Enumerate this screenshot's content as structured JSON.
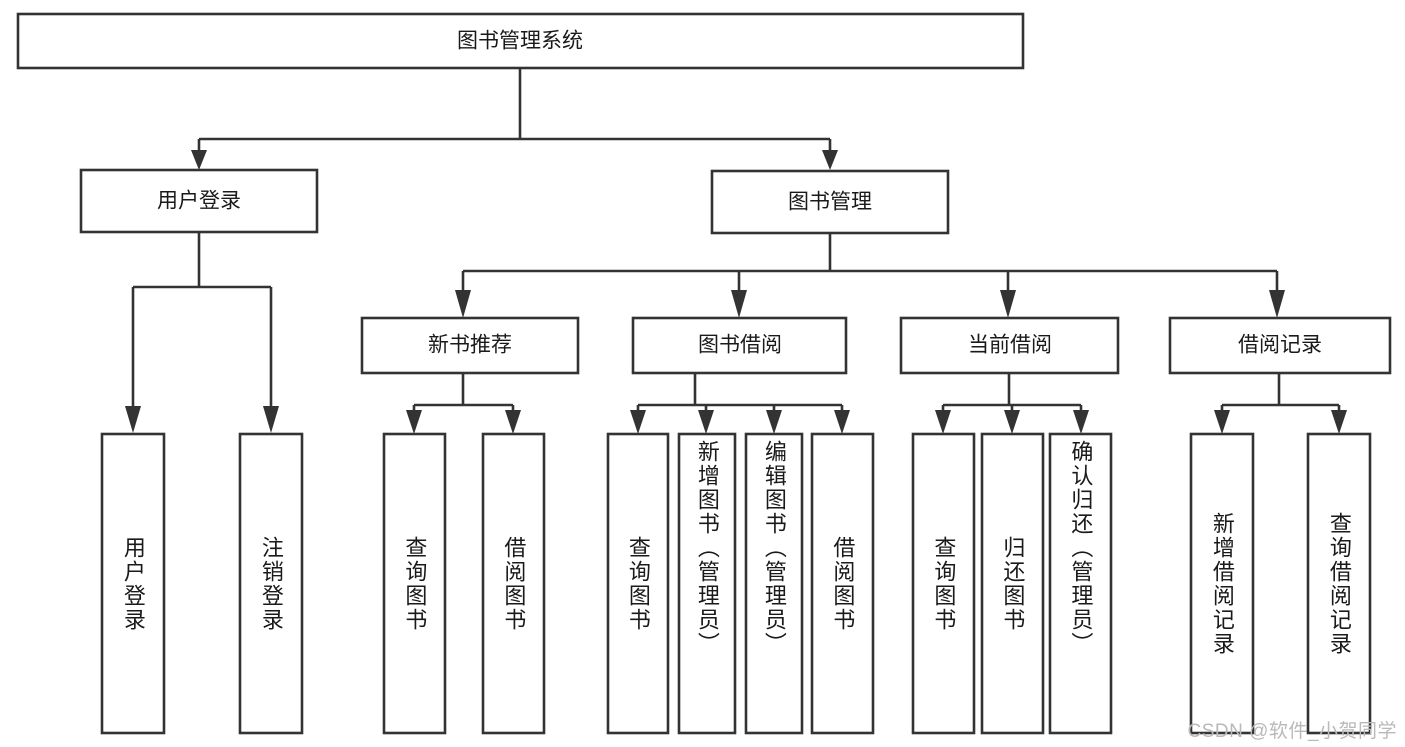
{
  "diagram": {
    "type": "tree-hierarchy-chart",
    "title": "图书管理系统",
    "watermark": "CSDN @软件_小贺同学",
    "colors": {
      "stroke": "#333333",
      "fill": "#ffffff",
      "text": "#1a1a1a",
      "watermark": "#b9b9b9"
    },
    "levels": {
      "root": {
        "label": "图书管理系统"
      },
      "level2": [
        {
          "label": "用户登录"
        },
        {
          "label": "图书管理"
        }
      ],
      "level3": [
        {
          "label": "新书推荐"
        },
        {
          "label": "图书借阅"
        },
        {
          "label": "当前借阅"
        },
        {
          "label": "借阅记录"
        }
      ],
      "leaves": [
        {
          "label": "用户登录",
          "parent": "用户登录"
        },
        {
          "label": "注销登录",
          "parent": "用户登录"
        },
        {
          "label": "查询图书",
          "parent": "新书推荐"
        },
        {
          "label": "借阅图书",
          "parent": "新书推荐"
        },
        {
          "label": "查询图书",
          "parent": "图书借阅"
        },
        {
          "label": "新增图书（管理员）",
          "parent": "图书借阅"
        },
        {
          "label": "编辑图书（管理员）",
          "parent": "图书借阅"
        },
        {
          "label": "借阅图书",
          "parent": "图书借阅"
        },
        {
          "label": "查询图书",
          "parent": "当前借阅"
        },
        {
          "label": "归还图书",
          "parent": "当前借阅"
        },
        {
          "label": "确认归还（管理员）",
          "parent": "当前借阅"
        },
        {
          "label": "新增借阅记录",
          "parent": "借阅记录"
        },
        {
          "label": "查询借阅记录",
          "parent": "借阅记录"
        }
      ]
    }
  }
}
